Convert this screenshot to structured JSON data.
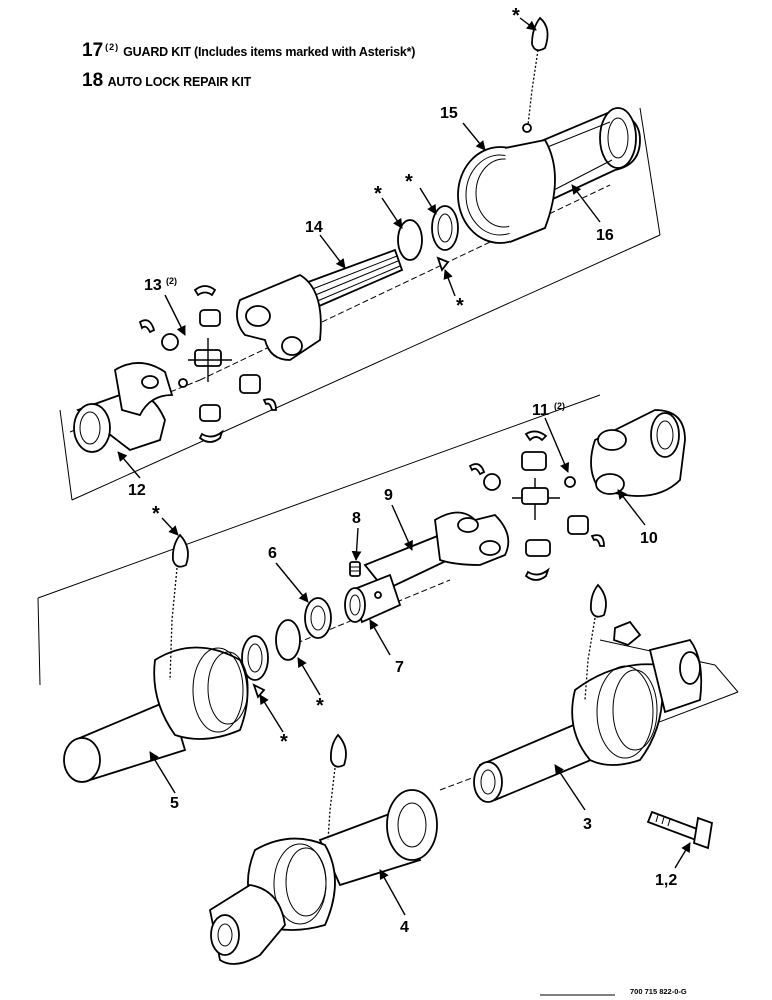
{
  "header": {
    "kit17": {
      "number": "17",
      "qty": "(2)",
      "text": "GUARD KIT (Includes items marked with Asterisk*)"
    },
    "kit18": {
      "number": "18",
      "text": "AUTO LOCK REPAIR KIT"
    }
  },
  "callouts": {
    "c1_2": "1,2",
    "c3": "3",
    "c4": "4",
    "c5": "5",
    "c6": "6",
    "c7": "7",
    "c8": "8",
    "c9": "9",
    "c10": "10",
    "c11": "11",
    "c11_qty": "(2)",
    "c12": "12",
    "c13": "13",
    "c13_qty": "(2)",
    "c14": "14",
    "c15": "15",
    "c16": "16"
  },
  "asterisk": "*",
  "drawing_code": "700 715 822-0-G"
}
